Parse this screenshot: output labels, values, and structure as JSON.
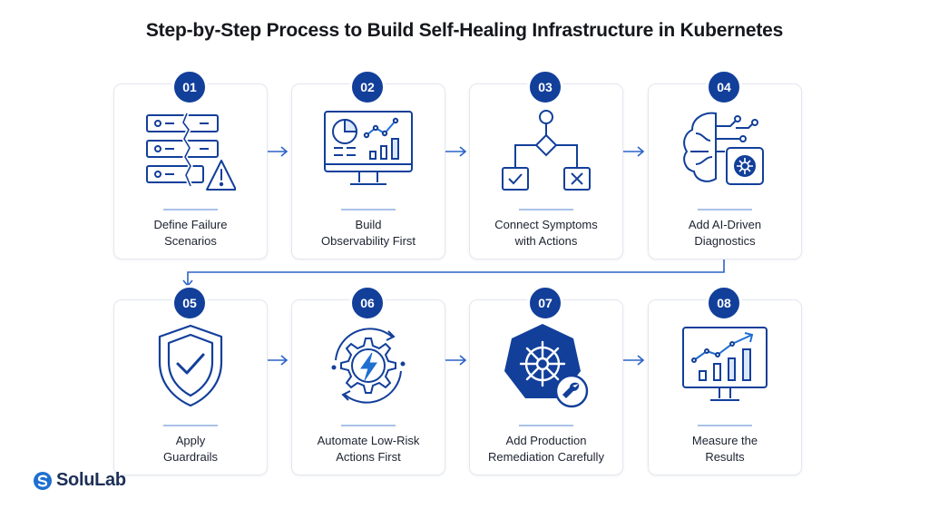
{
  "title": "Step-by-Step Process to Build Self-Healing Infrastructure in Kubernetes",
  "steps": [
    {
      "number": "01",
      "line1": "Define Failure",
      "line2": "Scenarios",
      "icon": "broken-servers-warning-icon"
    },
    {
      "number": "02",
      "line1": "Build",
      "line2": "Observability First",
      "icon": "monitor-dashboard-icon"
    },
    {
      "number": "03",
      "line1": "Connect Symptoms",
      "line2": "with Actions",
      "icon": "decision-flowchart-icon"
    },
    {
      "number": "04",
      "line1": "Add AI-Driven",
      "line2": "Diagnostics",
      "icon": "ai-brain-kubernetes-icon"
    },
    {
      "number": "05",
      "line1": "Apply",
      "line2": "Guardrails",
      "icon": "shield-check-icon"
    },
    {
      "number": "06",
      "line1": "Automate Low-Risk",
      "line2": "Actions First",
      "icon": "gear-lightning-icon"
    },
    {
      "number": "07",
      "line1": "Add Production",
      "line2": "Remediation Carefully",
      "icon": "kubernetes-wrench-icon"
    },
    {
      "number": "08",
      "line1": "Measure the",
      "line2": "Results",
      "icon": "growth-chart-monitor-icon"
    }
  ],
  "brand": {
    "name": "SoluLab"
  },
  "colors": {
    "primary": "#123f9a",
    "accent": "#1f6fd1",
    "separator": "#a9c2e8"
  }
}
